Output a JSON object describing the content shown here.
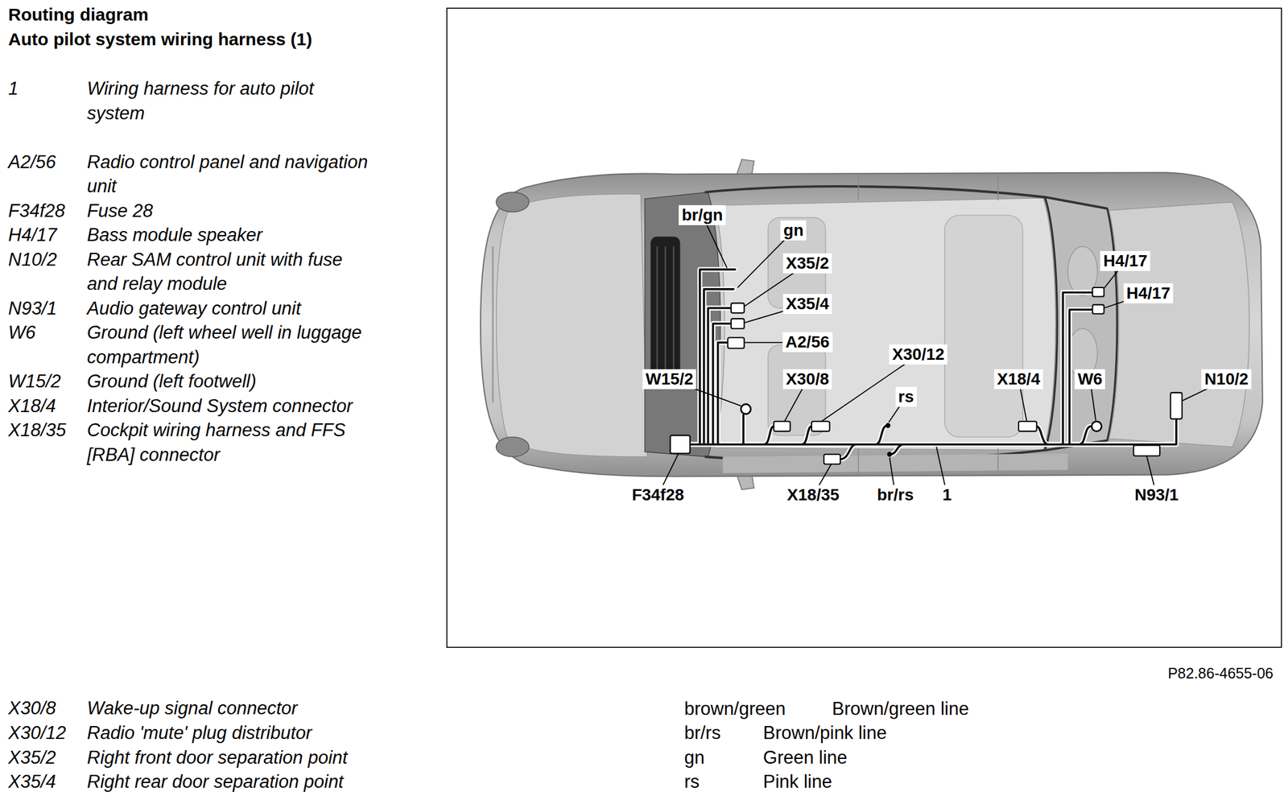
{
  "diagram": {
    "title": "Routing diagram",
    "labels": [
      "Auto pilot system wiring harness (1)",
      "1",
      "Wiring harness for auto pilot system",
      "A2/56",
      "Radio control panel and navigation unit",
      "F34f28",
      "Fuse 28",
      "H4/17",
      "Bass module speaker",
      "N10/2",
      "Rear SAM control unit with fuse and relay module",
      "N93/1",
      "Audio gateway control unit",
      "W6",
      "Ground (left wheel well in luggage compartment)",
      "W15/2",
      "Ground (left footwell)",
      "X18/4",
      "Interior/Sound System connector",
      "X18/35",
      "Cockpit wiring harness and FFS [RBA] connector",
      "br/gn",
      "gn",
      "X35/2",
      "X35/4",
      "A2/56",
      "W15/2",
      "X30/8",
      "X30/12",
      "rs",
      "H4/17",
      "H4/17",
      "X18/4",
      "W6",
      "N10/2",
      "F34f28",
      "X18/35",
      "br/rs",
      "1",
      "N93/1",
      "P82.86-4655-06",
      "X30/8",
      "Wake-up signal connector",
      "X30/12",
      "Radio 'mute' plug distributor",
      "X35/2",
      "Right front door separation point",
      "X35/4",
      "Right rear door separation point",
      "brown/green",
      "Brown/green line",
      "br/rs",
      "Brown/pink line",
      "gn",
      "Green line",
      "rs",
      "Pink line"
    ]
  }
}
